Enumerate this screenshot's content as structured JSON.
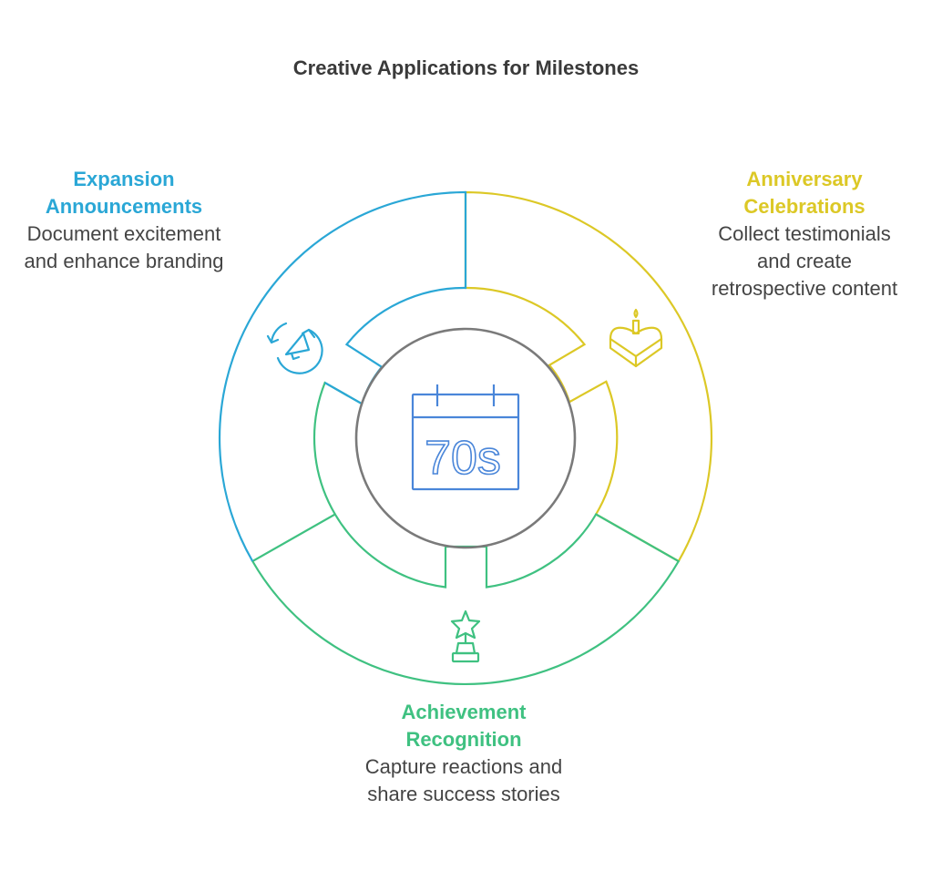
{
  "title": "Creative Applications for Milestones",
  "center": {
    "calendar_text": "70s",
    "icon": "calendar-icon",
    "ring_color": "#7a7a7a",
    "calendar_color": "#4a86d9"
  },
  "sections": [
    {
      "id": "expansion",
      "heading": "Expansion Announcements",
      "description": "Document excitement and enhance branding",
      "color": "#2aa7d6",
      "icon": "megaphone-icon"
    },
    {
      "id": "anniversary",
      "heading": "Anniversary Celebrations",
      "description": "Collect testimonials and create retrospective content",
      "color": "#dcc826",
      "icon": "heart-cake-icon"
    },
    {
      "id": "achievement",
      "heading": "Achievement Recognition",
      "description": "Capture reactions and share success stories",
      "color": "#3fc181",
      "icon": "star-trophy-icon"
    }
  ]
}
